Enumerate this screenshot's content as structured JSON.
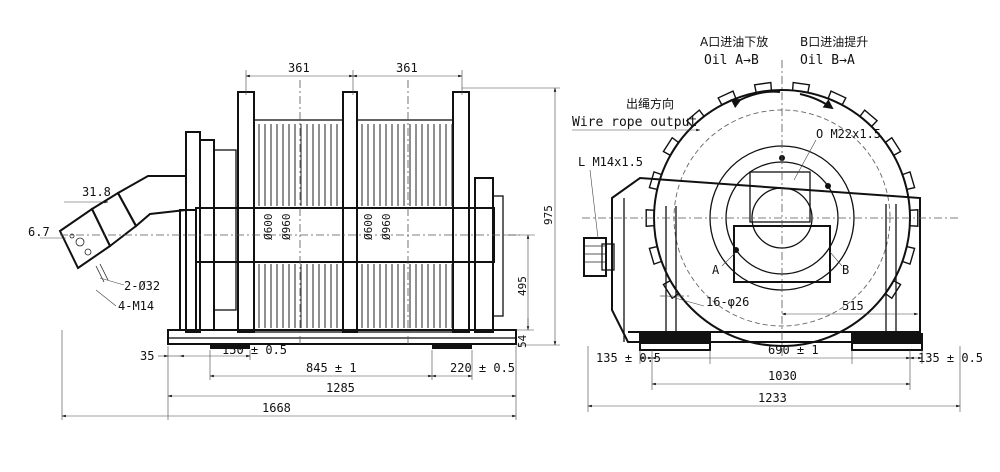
{
  "left_view": {
    "dims": {
      "top_left_361": "361",
      "top_right_361": "361",
      "d_31_8": "31.8",
      "d_6_7": "6.7",
      "hole_2_32": "2-Ø32",
      "bolt_4_m14": "4-M14",
      "d_35": "35",
      "d_150": "150 ± 0.5",
      "d_845": "845 ± 1",
      "d_220": "220 ± 0.5",
      "d_1285": "1285",
      "d_1668": "1668",
      "d_975": "975",
      "d_495": "495",
      "d_54": "54",
      "drum_600_a": "Ø600",
      "drum_960_a": "Ø960",
      "drum_600_b": "Ø600",
      "drum_960_b": "Ø960"
    }
  },
  "right_view": {
    "labels": {
      "a_port_cn": "A口进油下放",
      "a_port_en": "Oil A→B",
      "b_port_cn": "B口进油提升",
      "b_port_en": "Oil B→A",
      "rope_cn": "出绳方向",
      "rope_en": "Wire rope output",
      "port_l": "L M14x1.5",
      "port_o": "O M22x1.5",
      "mark_a": "A",
      "mark_b": "B"
    },
    "dims": {
      "holes_16_26": "16-φ26",
      "d_515": "515",
      "d_135_left": "135 ± 0.5",
      "d_690": "690 ± 1",
      "d_135_right": "135 ± 0.5",
      "d_1030": "1030",
      "d_1233": "1233"
    }
  }
}
